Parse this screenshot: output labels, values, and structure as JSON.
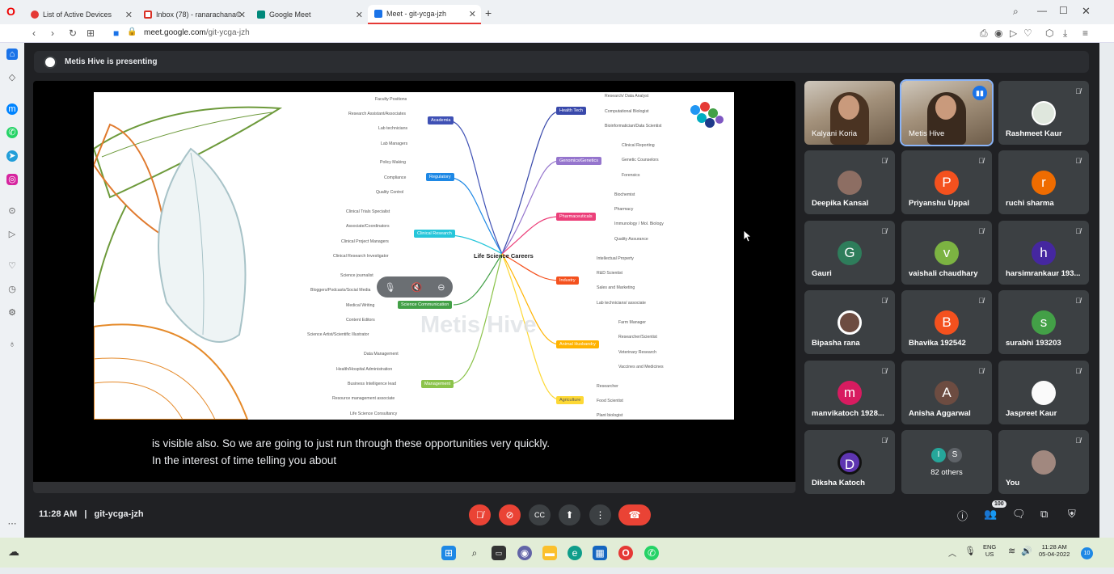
{
  "browser": {
    "tabs": [
      {
        "label": "List of Active Devices",
        "icon": "opera-icon"
      },
      {
        "label": "Inbox (78) - ranarachana©",
        "icon": "gmail-icon"
      },
      {
        "label": "Google Meet",
        "icon": "meet-icon"
      },
      {
        "label": "Meet - git-ycga-jzh",
        "icon": "meet-icon",
        "active": true
      }
    ],
    "url_host": "meet.google.com",
    "url_path": "/git-ycga-jzh"
  },
  "meet": {
    "presenting_banner": "Metis Hive is presenting",
    "caption_line1": "is visible also. So we are going to just run through these opportunities very quickly.",
    "caption_line2": "In the interest of time telling you about",
    "meeting_time": "11:28 AM",
    "meeting_separator": "|",
    "meeting_code": "git-ycga-jzh",
    "participants_badge": "100"
  },
  "slide": {
    "center": "Life Science Careers",
    "watermark": "Metis Hive",
    "branches": {
      "academia": "Academia",
      "regulatory": "Regulatory",
      "clinical_research": "Clinical Research",
      "science_communication": "Science Communication",
      "management": "Management",
      "health_tech": "Health Tech",
      "genomics": "Genomics/Genetics",
      "pharmaceuticals": "Pharmaceuticals",
      "industry": "Industry",
      "animal_husbandry": "Animal Husbandry",
      "agriculture": "Agriculture"
    },
    "leaves": {
      "academia": [
        "Faculty Positions",
        "Research Assistant/Associates",
        "Lab technicians",
        "Lab Managers"
      ],
      "regulatory": [
        "Policy Making",
        "Compliance",
        "Quality Control"
      ],
      "clinical_research": [
        "Clinical Trials Specialist",
        "Associate/Coordinators",
        "Clinical Project Managers",
        "Clinical Research Investigator"
      ],
      "science_communication": [
        "Science journalist",
        "Bloggers/Podcasts/Social Media",
        "Medical Writing",
        "Content Editors",
        "Science Artist/Scientific Illustrator"
      ],
      "management": [
        "Data Management",
        "Health/Hospital Administration",
        "Business Intelligence lead",
        "Resource management associate",
        "Life Science Consultancy"
      ],
      "health_tech": [
        "Research/ Data Analyst",
        "Computational Biologist",
        "Bioinformatician/Data Scientist"
      ],
      "genomics": [
        "Clinical Reporting",
        "Genetic Counselors",
        "Forensics"
      ],
      "pharmaceuticals": [
        "Biochemist",
        "Pharmacy",
        "Immunology / Mol. Biology",
        "Quality Assurance"
      ],
      "industry": [
        "Intellectual Property",
        "R&D Scientist",
        "Sales and Marketing",
        "Lab technicians/ associate"
      ],
      "animal_husbandry": [
        "Farm Manager",
        "Researcher/Scientist",
        "Veterinary Research",
        "Vaccines and Medicines"
      ],
      "agriculture": [
        "Researcher",
        "Food Scientist",
        "Plant biologist"
      ]
    }
  },
  "participants": [
    {
      "name": "Kalyani Koria",
      "type": "video"
    },
    {
      "name": "Metis Hive",
      "type": "video",
      "speaking": true
    },
    {
      "name": "Rashmeet Kaur",
      "type": "photo",
      "color": "#dfe7dd",
      "muted": true
    },
    {
      "name": "Deepika Kansal",
      "type": "photo",
      "color": "#8d6e63",
      "muted": true
    },
    {
      "name": "Priyanshu Uppal",
      "initial": "P",
      "color": "#f4511e",
      "muted": true
    },
    {
      "name": "ruchi sharma",
      "initial": "r",
      "color": "#ef6c00",
      "muted": true
    },
    {
      "name": "Gauri",
      "initial": "G",
      "color": "#2e7d5b",
      "muted": true
    },
    {
      "name": "vaishali chaudhary",
      "initial": "v",
      "color": "#7cb342",
      "muted": true
    },
    {
      "name": "harsimrankaur 193...",
      "initial": "h",
      "color": "#4527a0",
      "muted": true
    },
    {
      "name": "Bipasha rana",
      "type": "photo",
      "color": "#6d4c41",
      "muted": true
    },
    {
      "name": "Bhavika 192542",
      "initial": "B",
      "color": "#f4511e",
      "muted": true
    },
    {
      "name": "surabhi 193203",
      "initial": "s",
      "color": "#43a047",
      "muted": true
    },
    {
      "name": "manvikatoch 1928...",
      "initial": "m",
      "color": "#d81b60",
      "muted": true
    },
    {
      "name": "Anisha Aggarwal",
      "initial": "A",
      "color": "#6d4c41",
      "muted": true
    },
    {
      "name": "Jaspreet Kaur",
      "type": "photo",
      "color": "#fafafa",
      "muted": true
    },
    {
      "name": "Diksha Katoch",
      "initial": "D",
      "color": "#5e35b1",
      "muted": true
    },
    {
      "name": "82 others",
      "type": "others",
      "initials": [
        "I",
        "S"
      ]
    },
    {
      "name": "You",
      "type": "photo",
      "color": "#a1887f",
      "muted": true
    }
  ],
  "taskbar": {
    "lang_top": "ENG",
    "lang_bottom": "US",
    "clock_time": "11:28 AM",
    "clock_date": "05-04-2022",
    "notif_count": "10"
  }
}
